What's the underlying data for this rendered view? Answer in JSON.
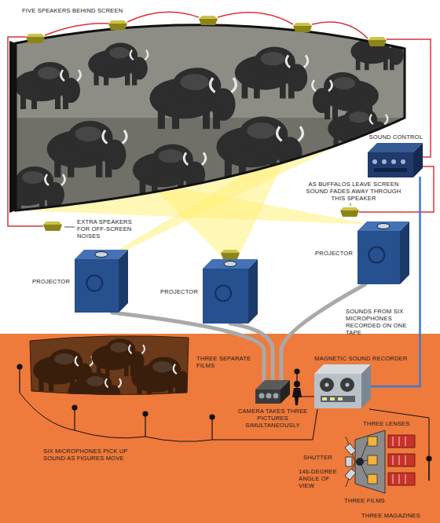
{
  "diagram": {
    "nodes": [
      {
        "text": [
          "SOUND CONTROL"
        ]
      },
      {
        "text": [
          "PROJECTOR"
        ]
      },
      {
        "text": [
          "PROJECTOR"
        ]
      },
      {
        "text": [
          "PROJECTOR"
        ]
      },
      {
        "text": [
          "MAGNETIC SOUND RECORDER"
        ]
      },
      {
        "text": [
          "CAMERA TAKES THREE PICTURES SIMULTANEOUSLY"
        ]
      }
    ],
    "edges": [
      {
        "from": 5,
        "to": 1,
        "arrow": "none"
      },
      {
        "from": 5,
        "to": 2,
        "arrow": "none"
      },
      {
        "from": 5,
        "to": 3,
        "arrow": "none"
      },
      {
        "from": 4,
        "to": 0,
        "arrow": "none"
      }
    ],
    "labels": [
      "FIVE SPEAKERS BEHIND SCREEN",
      "AS BUFFALOS LEAVE SCREEN SOUND FADES AWAY THROUGH THIS SPEAKER",
      "EXTRA SPEAKERS FOR OFF-SCREEN NOISES",
      "SOUNDS FROM SIX MICROPHONES RECORDED ON ONE TAPE",
      "THREE SEPARATE FILMS",
      "THREE LENSES",
      "SHUTTER",
      "146-DEGREE ANGLE OF VIEW",
      "THREE FILMS",
      "THREE MAGAZINES",
      "SIX MICROPHONES PICK UP SOUND AS FIGURES MOVE"
    ]
  }
}
